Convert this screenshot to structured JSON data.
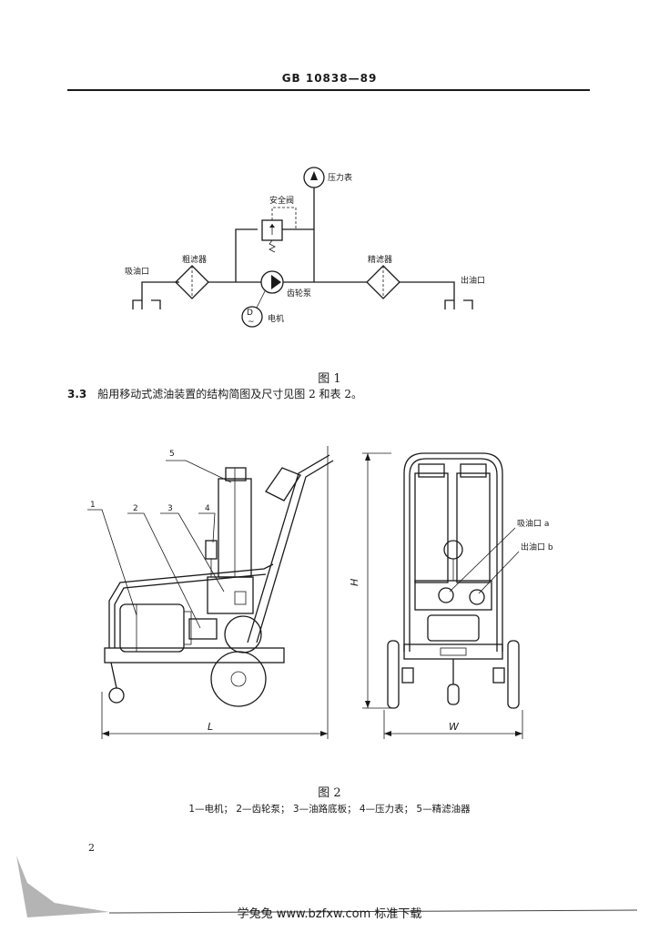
{
  "header": {
    "title": "GB 10838—89"
  },
  "figure1": {
    "labels": {
      "pressure_gauge": "压力表",
      "safety_valve": "安全阀",
      "coarse_filter": "粗滤器",
      "fine_filter": "精滤器",
      "inlet": "吸油口",
      "outlet": "出油口",
      "gear_pump": "齿轮泵",
      "motor": "电机",
      "motor_symbol": "D"
    },
    "caption": "图 1"
  },
  "section": {
    "number": "3.3",
    "text": "船用移动式滤油装置的结构简图及尺寸见图 2 和表 2。"
  },
  "figure2": {
    "callouts": [
      "1",
      "2",
      "3",
      "4",
      "5"
    ],
    "dims": {
      "length": "L",
      "height": "H",
      "width": "W"
    },
    "ports": {
      "inlet": "吸油口 a",
      "outlet": "出油口 b"
    },
    "caption": "图 2",
    "legend": "1—电机；  2—齿轮泵；  3—油路底板；  4—压力表；  5—精滤油器"
  },
  "page_number": "2",
  "watermark": "学兔兔  www.bzfxw.com  标准下载"
}
